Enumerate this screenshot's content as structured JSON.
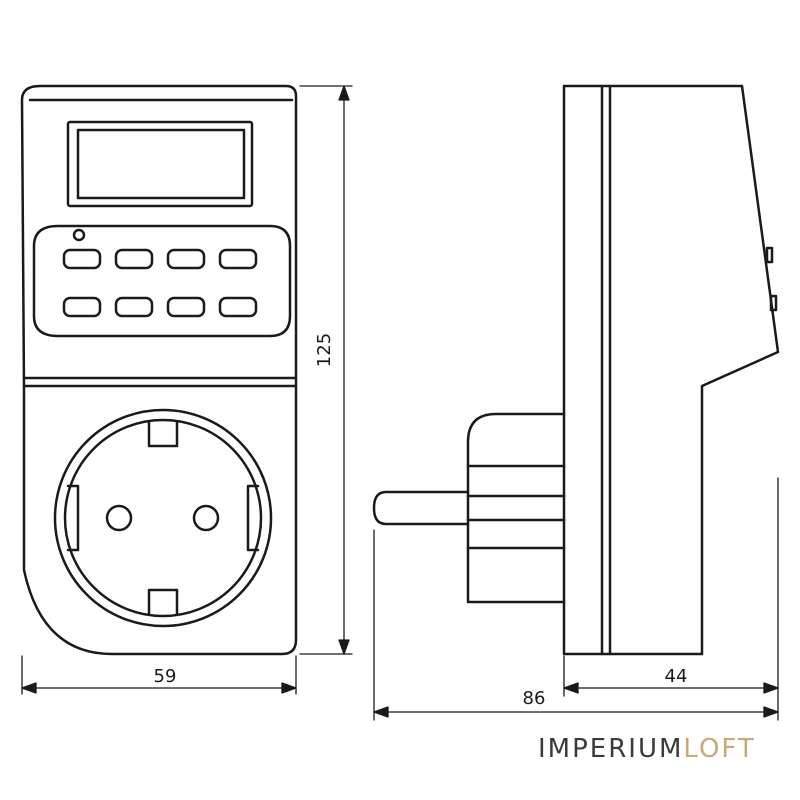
{
  "dimensions": {
    "height": "125",
    "width": "59",
    "depth_body": "44",
    "depth_total": "86"
  },
  "brand": {
    "part1": "IMPERIUM",
    "part2": "LOFT"
  },
  "colors": {
    "line": "#1a1a1a",
    "brand_dark": "#3a3a3a",
    "brand_accent": "#c9a87a"
  }
}
